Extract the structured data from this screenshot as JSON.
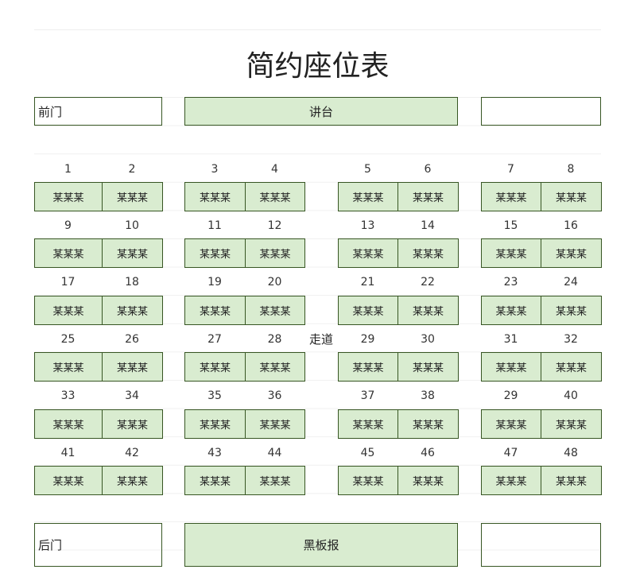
{
  "title": "简约座位表",
  "front_door": "前门",
  "podium": "讲台",
  "aisle": "走道",
  "back_door": "后门",
  "blackboard": "黑板报",
  "seat_rows": [
    {
      "numbers": [
        "1",
        "2",
        "3",
        "4",
        "5",
        "6",
        "7",
        "8"
      ],
      "names": [
        "某某某",
        "某某某",
        "某某某",
        "某某某",
        "某某某",
        "某某某",
        "某某某",
        "某某某"
      ]
    },
    {
      "numbers": [
        "9",
        "10",
        "11",
        "12",
        "13",
        "14",
        "15",
        "16"
      ],
      "names": [
        "某某某",
        "某某某",
        "某某某",
        "某某某",
        "某某某",
        "某某某",
        "某某某",
        "某某某"
      ]
    },
    {
      "numbers": [
        "17",
        "18",
        "19",
        "20",
        "21",
        "22",
        "23",
        "24"
      ],
      "names": [
        "某某某",
        "某某某",
        "某某某",
        "某某某",
        "某某某",
        "某某某",
        "某某某",
        "某某某"
      ]
    },
    {
      "numbers": [
        "25",
        "26",
        "27",
        "28",
        "29",
        "30",
        "31",
        "32"
      ],
      "names": [
        "某某某",
        "某某某",
        "某某某",
        "某某某",
        "某某某",
        "某某某",
        "某某某",
        "某某某"
      ]
    },
    {
      "numbers": [
        "33",
        "34",
        "35",
        "36",
        "37",
        "38",
        "29",
        "40"
      ],
      "names": [
        "某某某",
        "某某某",
        "某某某",
        "某某某",
        "某某某",
        "某某某",
        "某某某",
        "某某某"
      ]
    },
    {
      "numbers": [
        "41",
        "42",
        "43",
        "44",
        "45",
        "46",
        "47",
        "48"
      ],
      "names": [
        "某某某",
        "某某某",
        "某某某",
        "某某某",
        "某某某",
        "某某某",
        "某某某",
        "某某某"
      ]
    }
  ],
  "colors": {
    "seat_fill": "#d9ecd0",
    "border": "#375623"
  }
}
